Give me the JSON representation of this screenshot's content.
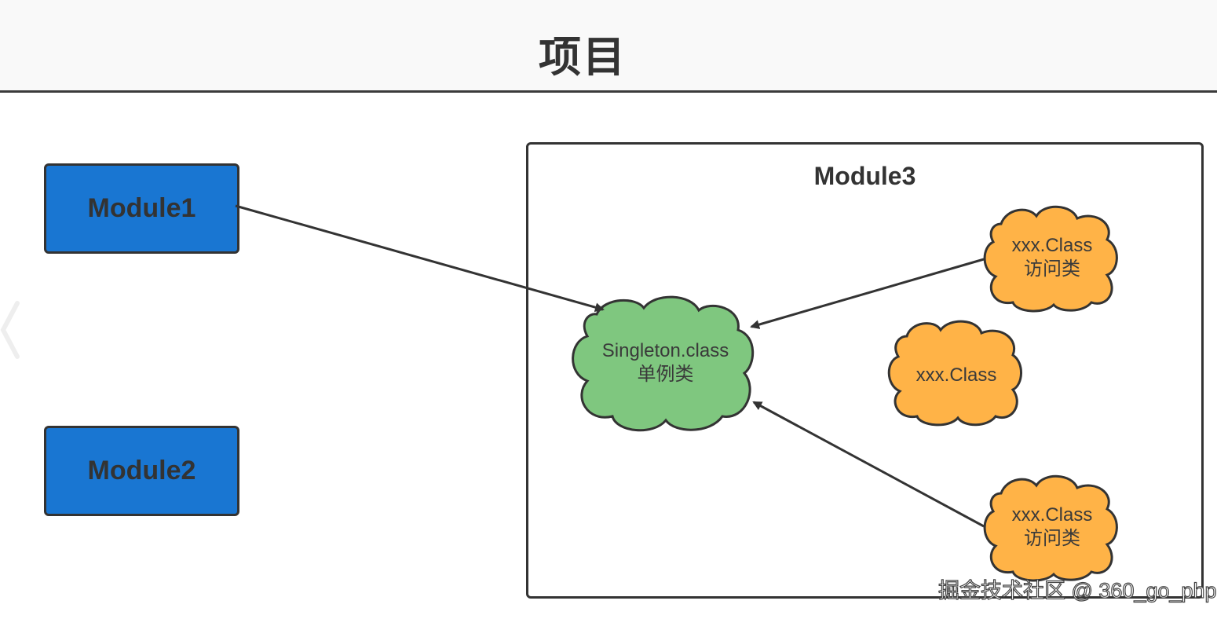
{
  "header": {
    "title": "项目"
  },
  "modules": [
    {
      "label": "Module1"
    },
    {
      "label": "Module2"
    }
  ],
  "container": {
    "title": "Module3",
    "singleton": {
      "line1": "Singleton.class",
      "line2": "单例类"
    },
    "access_top": {
      "line1": "xxx.Class",
      "line2": "访问类"
    },
    "plain": {
      "line1": "xxx.Class"
    },
    "access_bottom": {
      "line1": "xxx.Class",
      "line2": "访问类"
    }
  },
  "colors": {
    "module_fill": "#1976d2",
    "singleton_fill": "#7fc77f",
    "class_fill": "#ffb347",
    "stroke": "#333333"
  },
  "watermark": "掘金技术社区 @ 360_go_php"
}
